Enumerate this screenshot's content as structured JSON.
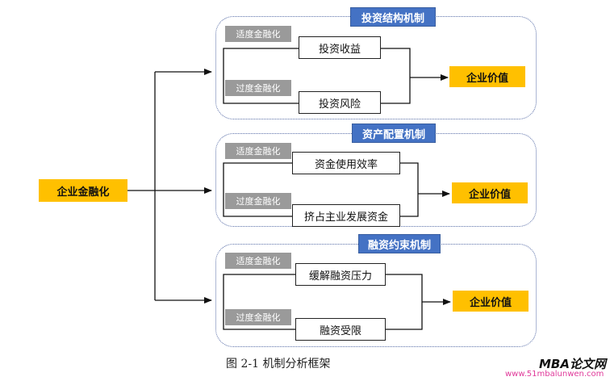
{
  "root": {
    "label": "企业金融化"
  },
  "mechanisms": [
    {
      "title": "投资结构机制",
      "appropriate_tag": "适度金融化",
      "excessive_tag": "过度金融化",
      "path_top": "投资收益",
      "path_bottom": "投资风险",
      "outcome": "企业价值"
    },
    {
      "title": "资产配置机制",
      "appropriate_tag": "适度金融化",
      "excessive_tag": "过度金融化",
      "path_top": "资金使用效率",
      "path_bottom": "挤占主业发展资金",
      "outcome": "企业价值"
    },
    {
      "title": "融资约束机制",
      "appropriate_tag": "适度金融化",
      "excessive_tag": "过度金融化",
      "path_top": "缓解融资压力",
      "path_bottom": "融资受限",
      "outcome": "企业价值"
    }
  ],
  "caption": "图 2-1 机制分析框架",
  "watermark": {
    "title": "MBA论文网",
    "url": "www.51mbalunwen.com"
  },
  "colors": {
    "title_bg": "#4472c4",
    "outcome_bg": "#ffc000",
    "tag_bg": "#9a9a9a",
    "group_border": "#5a6fa8"
  }
}
